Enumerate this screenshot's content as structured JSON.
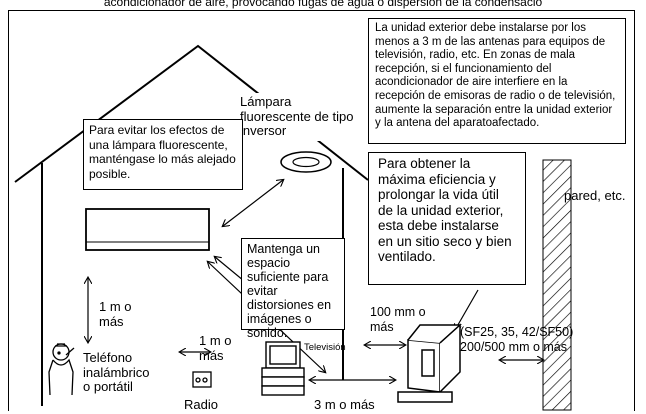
{
  "caption": "acondicionador de aire, provocando fugas de agua o dispersión de la condensació",
  "notes": {
    "antenna_distance": "La unidad exterior debe instalarse por los menos a 3 m de las antenas para equipos de televisión, radio, etc. En zonas de mala recepción, si el funcionamiento del acondicionador de aire interfiere en la recepción de emisoras de radio o de televisión, aumente la separación entre la unidad exterior y la antena del aparatoafectado.",
    "lamp_label": "Lámpara fluorescente de tipo inversor",
    "lamp_advice": "Para evitar los efectos de una lámpara fluorescente, manténgase lo más alejado posible.",
    "outdoor_efficiency": "Para obtener la máxima eficiencia y prolongar la vida útil de la unidad exterior, esta debe instalarse en un sitio seco y bien ventilado.",
    "space_advice": "Mantenga un espacio suficiente para evitar distorsiones en imágenes o sonido.",
    "wall_label": "pared, etc.",
    "gap_100mm": "100 mm o más",
    "models_clearance": "(SF25, 35, 42/SF50) 200/500 mm o más",
    "one_m_left": "1 m o más",
    "one_m_phone": "1 m o más",
    "phone_label": "Teléfono inalámbrico o portátil",
    "tv_label": "Televisión",
    "radio_label": "Radio",
    "three_m": "3 m o más"
  }
}
